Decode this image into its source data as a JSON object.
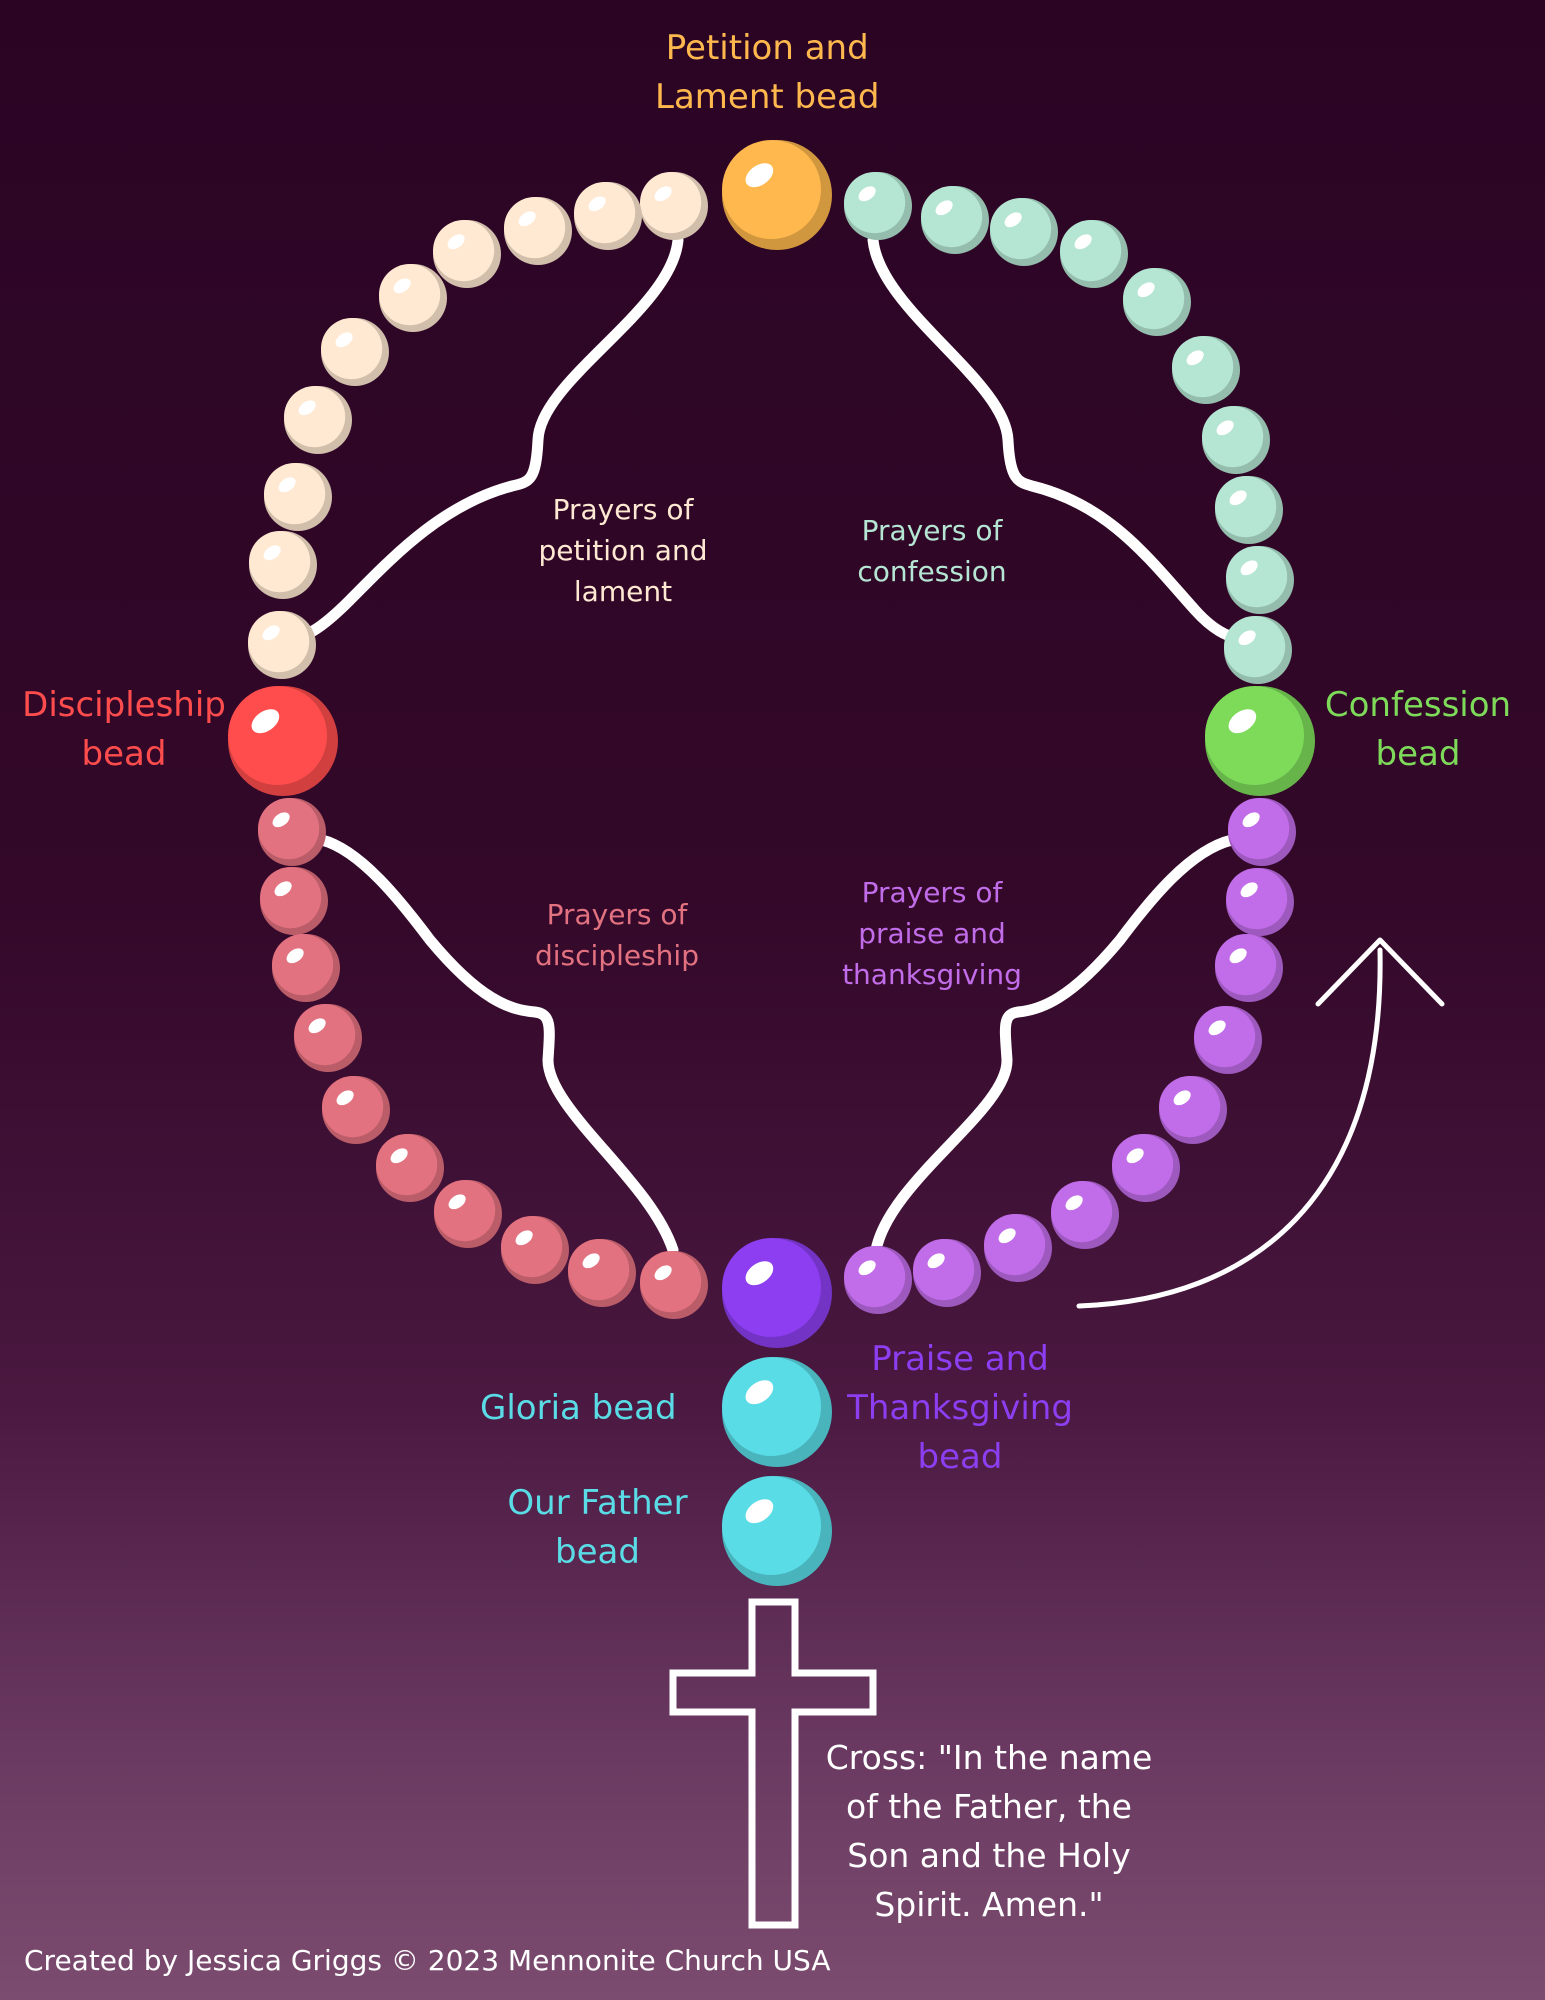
{
  "colors": {
    "petition": "#ffb84d",
    "petition_beads": "#ffe9d2",
    "confession": "#7edb5a",
    "confession_beads": "#b5e6d3",
    "discipleship": "#ff4d4d",
    "discipleship_beads": "#e37280",
    "praise": "#8c3ef0",
    "praise_beads": "#c16ce8",
    "gloria": "#5adce6",
    "white": "#ffffff"
  },
  "beads": {
    "petition": {
      "name": "Petition and Lament bead",
      "lines": [
        "Petition and",
        "Lament bead"
      ]
    },
    "confession": {
      "name": "Confession bead",
      "lines": [
        "Confession",
        "bead"
      ]
    },
    "discipleship": {
      "name": "Discipleship bead",
      "lines": [
        "Discipleship",
        "bead"
      ]
    },
    "praise": {
      "name": "Praise and Thanksgiving bead",
      "lines": [
        "Praise and",
        "Thanksgiving",
        "bead"
      ]
    },
    "gloria": {
      "name": "Gloria bead",
      "lines": [
        "Gloria bead"
      ]
    },
    "our_father": {
      "name": "Our Father bead",
      "lines": [
        "Our Father",
        "bead"
      ]
    }
  },
  "prayers": {
    "petition": [
      "Prayers of",
      "petition and",
      "lament"
    ],
    "confession": [
      "Prayers of",
      "confession"
    ],
    "discipleship": [
      "Prayers of",
      "discipleship"
    ],
    "praise": [
      "Prayers of",
      "praise and",
      "thanksgiving"
    ]
  },
  "cross": {
    "lines": [
      "Cross: \"In the name",
      "of the Father, the",
      "Son and the Holy",
      "Spirit. Amen.\""
    ]
  },
  "credit": "Created by Jessica Griggs © 2023 Mennonite Church USA"
}
